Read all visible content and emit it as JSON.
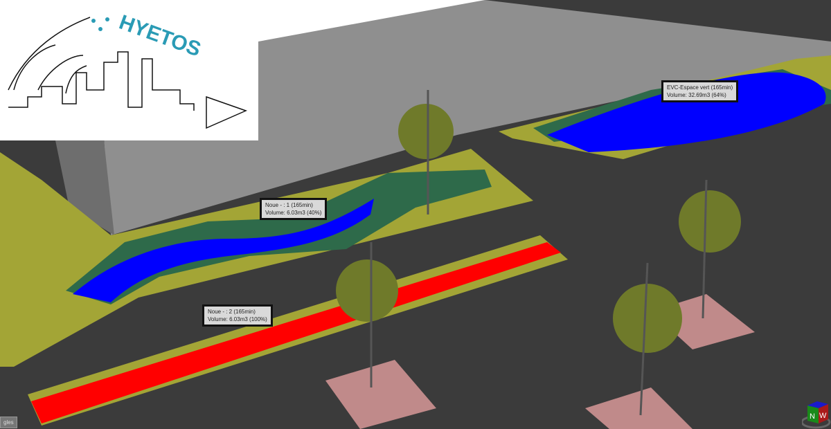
{
  "logo": {
    "text": "HYETOS",
    "accent_color": "#2a9bb5"
  },
  "labels": [
    {
      "title": "Noue - : 1 (165min)",
      "volume": "Volume: 6.03m3 (40%)"
    },
    {
      "title": "Noue - : 2 (165min)",
      "volume": "Volume: 6.03m3 (100%)"
    },
    {
      "title": "EVC-Espace vert (165min)",
      "volume": "Volume: 32.69m3 (64%)"
    }
  ],
  "toolbar": {
    "angles_label": "gles"
  },
  "view_cube": {
    "face_n": "N",
    "face_w": "W"
  },
  "colors": {
    "water_partial": "#0000ff",
    "water_full": "#ff0000",
    "grass": "#9a9a30",
    "road": "#3a3a3a",
    "building": "#8c8c8c"
  }
}
